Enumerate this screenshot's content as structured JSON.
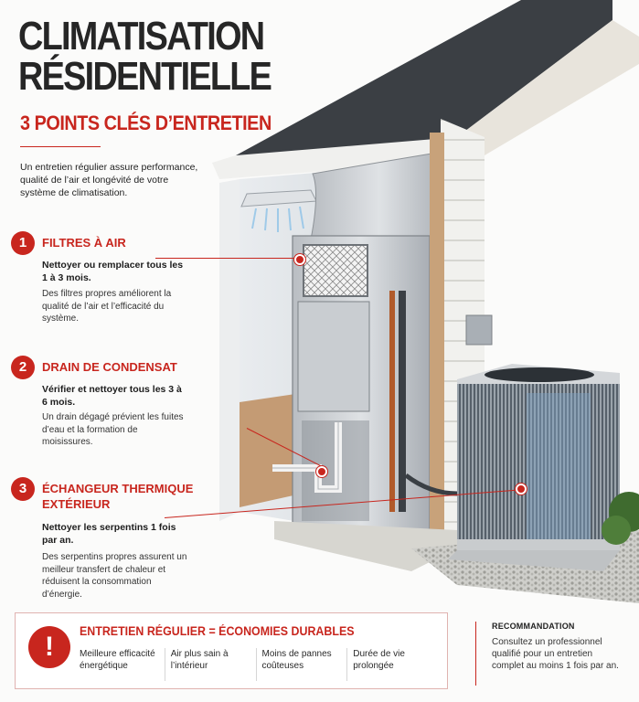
{
  "header": {
    "title_line1": "CLIMATISATION",
    "title_line2": "RÉSIDENTIELLE",
    "subtitle": "3 POINTS CLÉS D’ENTRETIEN",
    "intro": "Un entretien régulier assure performance, qualité de l’air et longévité de votre système de climatisation."
  },
  "points": [
    {
      "number": "1",
      "title": "FILTRES À AIR",
      "action": "Nettoyer ou remplacer tous les 1 à 3 mois.",
      "description": "Des filtres propres améliorent la qualité de l’air et l’efficacité du système."
    },
    {
      "number": "2",
      "title": "DRAIN DE CONDENSAT",
      "action": "Vérifier et nettoyer tous les 3 à 6 mois.",
      "description": "Un drain dégagé prévient les fuites d’eau et la formation de moisissures."
    },
    {
      "number": "3",
      "title": "ÉCHANGEUR THERMIQUE EXTÉRIEUR",
      "action": "Nettoyer les serpentins 1 fois par an.",
      "description": "Des serpentins propres assurent un meilleur transfert de chaleur et réduisent la consommation d’énergie."
    }
  ],
  "bottom": {
    "icon": "exclamation-icon",
    "title": "ENTRETIEN RÉGULIER = ÉCONOMIES DURABLES",
    "benefits": [
      "Meilleure efficacité énergétique",
      "Air plus sain à l’intérieur",
      "Moins de pannes coûteuses",
      "Durée de vie prolongée"
    ]
  },
  "recommendation": {
    "title": "RECOMMANDATION",
    "text": "Consultez un professionnel qualifié pour un entretien complet au moins 1 fois par an."
  },
  "colors": {
    "accent": "#c8261e",
    "text": "#262626",
    "background": "#fbfbfa"
  }
}
